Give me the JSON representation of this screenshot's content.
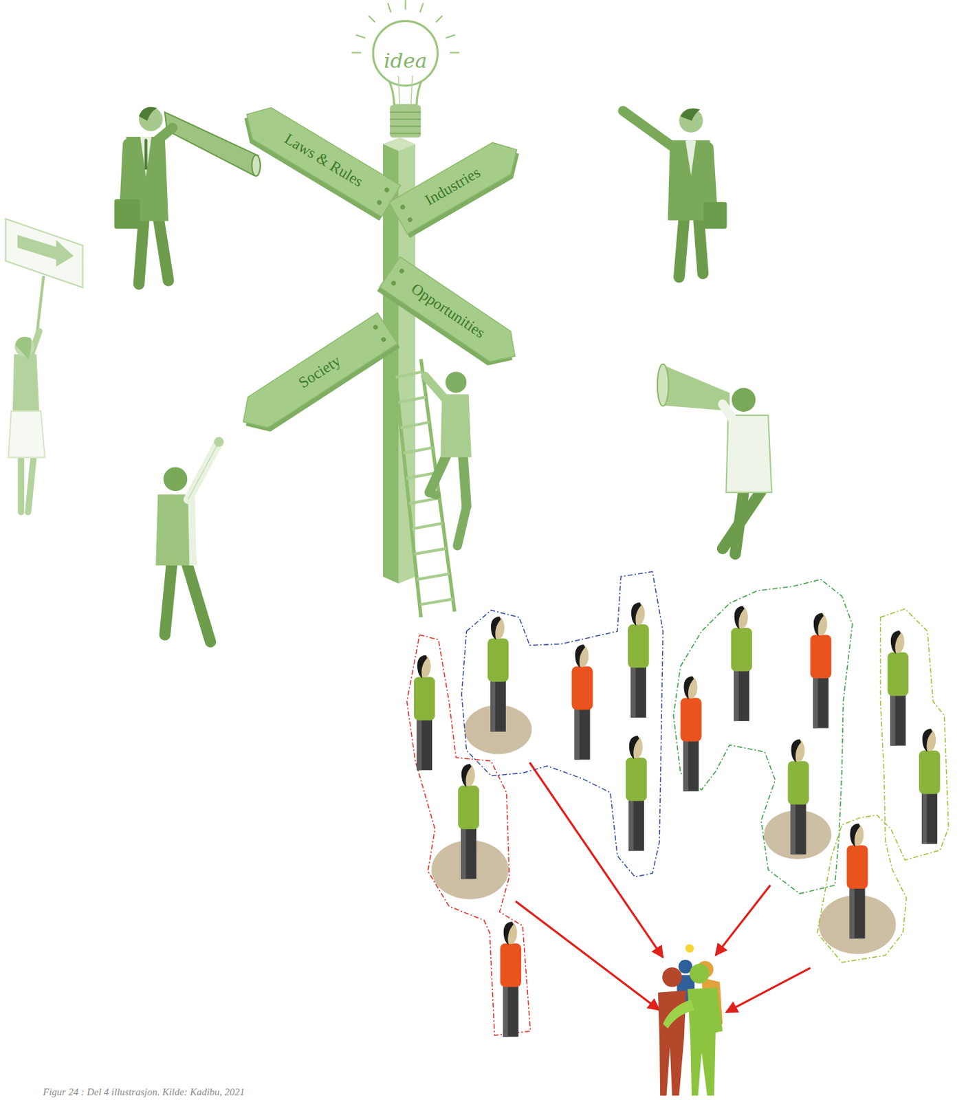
{
  "diagram": {
    "caption": "Figur 24 : Del 4 illustrasjon. Kilde: Kadibu, 2021",
    "nodes": [
      {
        "text": [
          "idea"
        ]
      },
      {
        "text": [
          "Laws & Rules"
        ]
      },
      {
        "text": [
          "Industries"
        ]
      },
      {
        "text": [
          "Opportunities"
        ]
      },
      {
        "text": [
          "Society"
        ]
      }
    ]
  }
}
